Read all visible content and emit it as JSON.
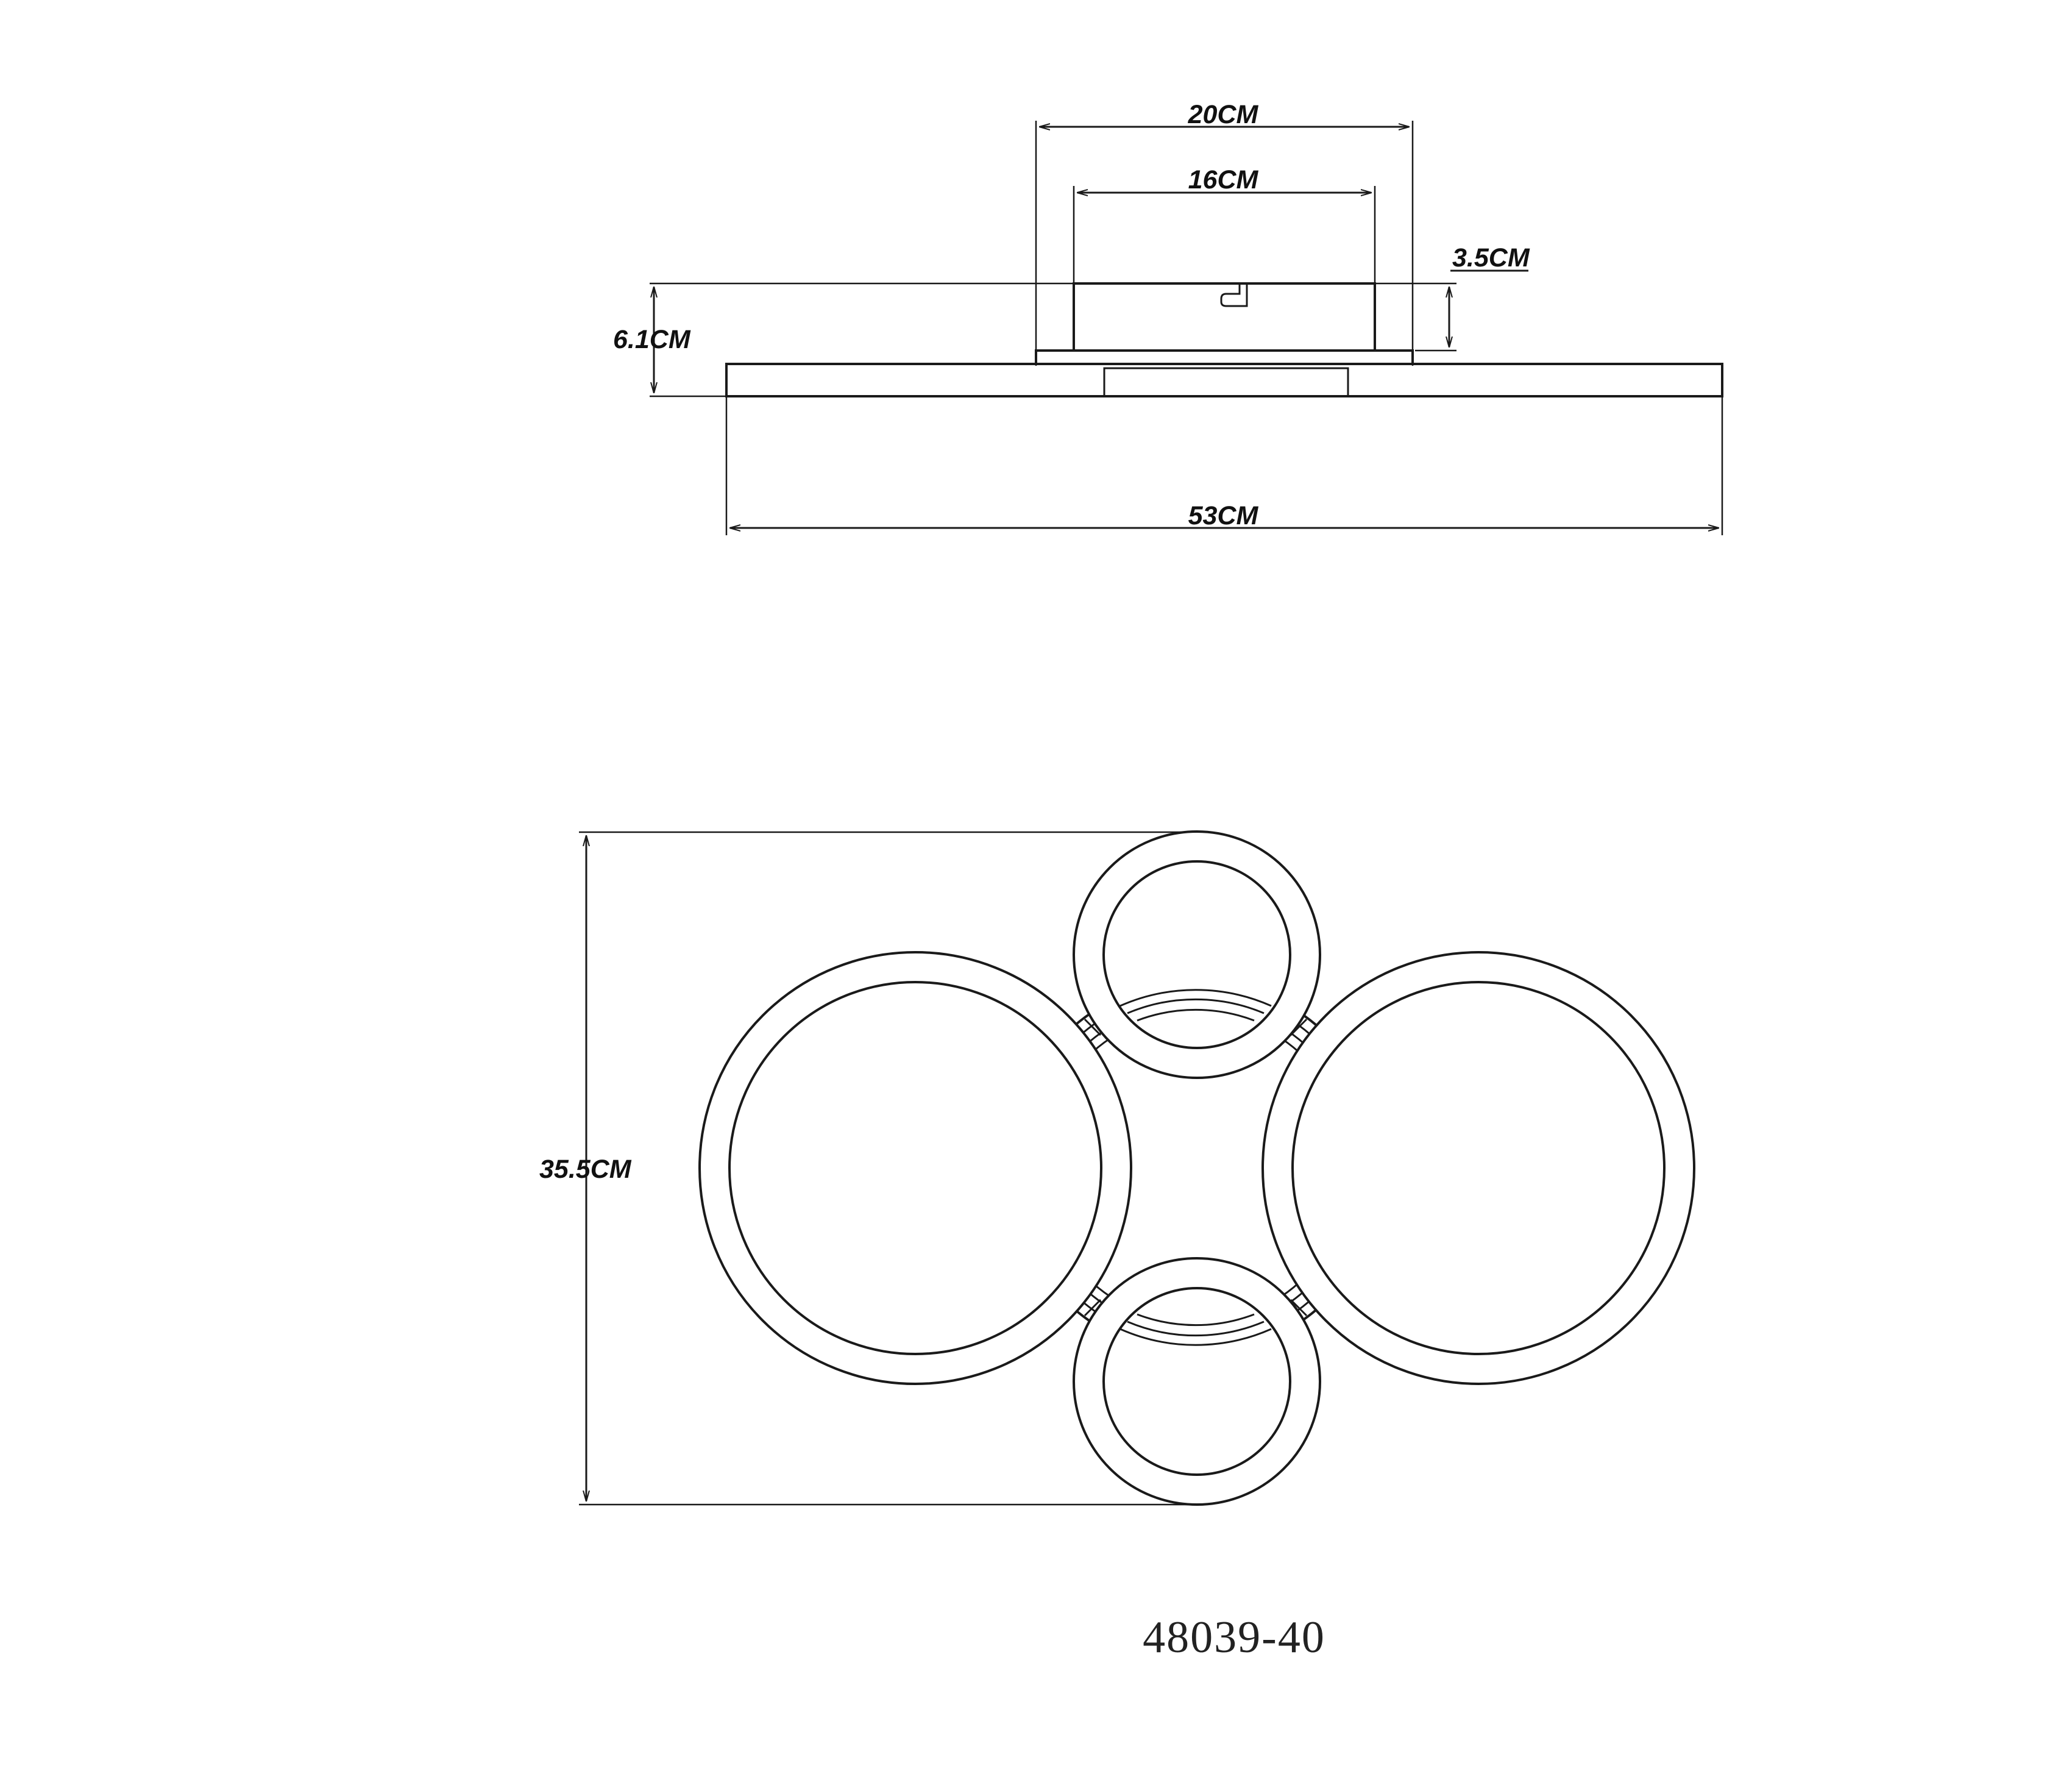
{
  "side_view": {
    "labels": {
      "outer_width": "20CM",
      "inner_width": "16CM",
      "base_height": "3.5CM",
      "total_height": "6.1CM",
      "overall_width": "53CM"
    }
  },
  "top_view": {
    "labels": {
      "overall_depth": "35.5CM"
    }
  },
  "model_number": "48039-40",
  "colors": {
    "line": "#1a1a1a",
    "background": "#ffffff"
  }
}
